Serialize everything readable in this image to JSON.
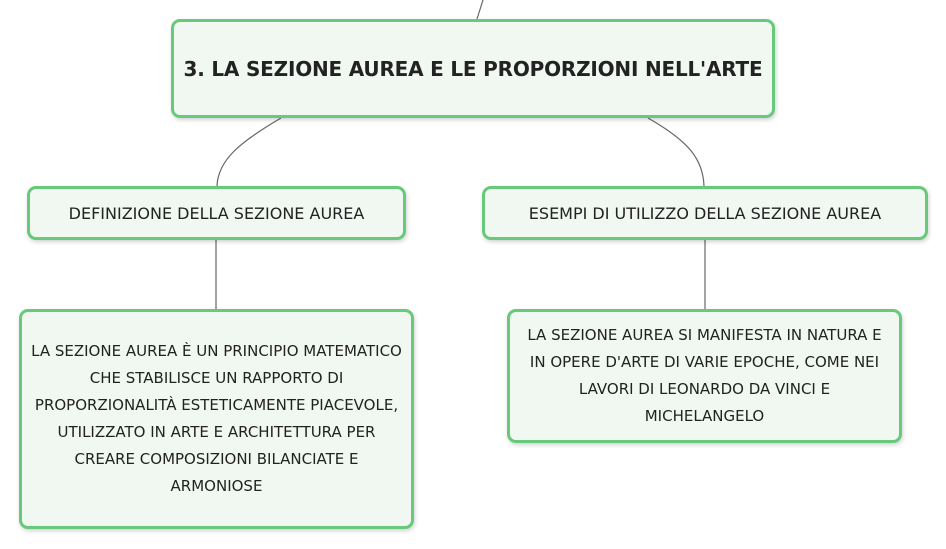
{
  "root": {
    "title": "3. LA SEZIONE AUREA E LE PROPORZIONI NELL'ARTE"
  },
  "branches": [
    {
      "label": "DEFINIZIONE DELLA SEZIONE AUREA",
      "description": "LA SEZIONE AUREA È UN PRINCIPIO MATEMATICO CHE STABILISCE UN RAPPORTO DI PROPORZIONALITÀ ESTETICAMENTE PIACEVOLE, UTILIZZATO IN ARTE E ARCHITETTURA PER CREARE COMPOSIZIONI BILANCIATE E ARMONIOSE"
    },
    {
      "label": "ESEMPI DI UTILIZZO DELLA SEZIONE AUREA",
      "description": "LA SEZIONE AUREA SI MANIFESTA IN NATURA E IN OPERE D'ARTE DI VARIE EPOCHE, COME NEI LAVORI DI LEONARDO DA VINCI E MICHELANGELO"
    }
  ],
  "colors": {
    "node_border": "#67c97a",
    "node_fill": "#f1f8f2",
    "connector": "#666666"
  }
}
